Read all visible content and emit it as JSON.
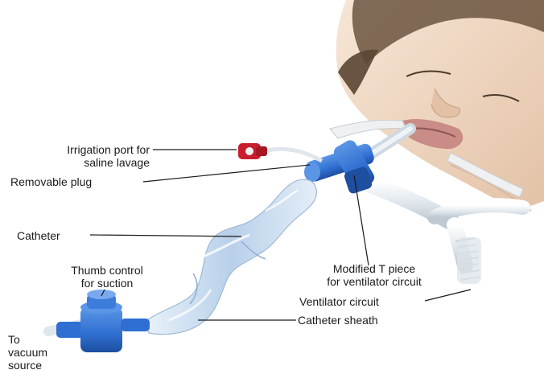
{
  "labels": {
    "irrigation_line1": "Irrigation port for",
    "irrigation_line2": "saline lavage",
    "removable_plug": "Removable plug",
    "catheter": "Catheter",
    "thumb_line1": "Thumb control",
    "thumb_line2": "for suction",
    "vacuum_line1": "To",
    "vacuum_line2": "vacuum",
    "vacuum_line3": "source",
    "tpiece_line1": "Modified T piece",
    "tpiece_line2": "for ventilator circuit",
    "ventilator_circuit": "Ventilator circuit",
    "catheter_sheath": "Catheter sheath"
  },
  "colors": {
    "skin": "#f2dcc8",
    "skin_shadow": "#d9b79c",
    "hair": "#5a4533",
    "device_blue": "#2f6fd1",
    "device_dark": "#1d4ea0",
    "sheath": "#c9dcef",
    "tube_white": "#e9eef2",
    "red_port": "#c81e2e",
    "leader_line": "#1a1a1a"
  }
}
